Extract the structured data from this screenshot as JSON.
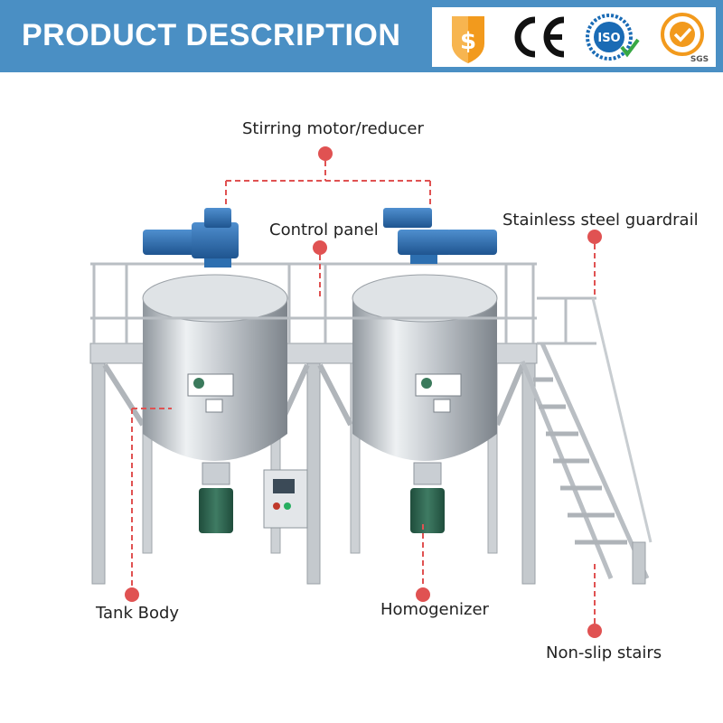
{
  "header": {
    "title": "PRODUCT DESCRIPTION",
    "badges": [
      {
        "icon": "trade-assurance-shield-icon",
        "color": "#f29a1d"
      },
      {
        "icon": "ce-mark-icon",
        "color": "#111111"
      },
      {
        "icon": "iso-badge-icon",
        "color": "#1a6bb5",
        "text": "ISO"
      },
      {
        "icon": "sgs-badge-icon",
        "color": "#f29a1d",
        "text": "SGS"
      }
    ]
  },
  "colors": {
    "header_bg": "#4a8fc4",
    "callout_red": "#e05252",
    "motor_blue": "#2d6fb0",
    "steel": "#c9ced3"
  },
  "labels": {
    "stirring_motor": "Stirring motor/reducer",
    "control_panel": "Control panel",
    "guardrail": "Stainless steel guardrail",
    "tank_body": "Tank Body",
    "homogenizer": "Homogenizer",
    "stairs": "Non-slip stairs"
  }
}
